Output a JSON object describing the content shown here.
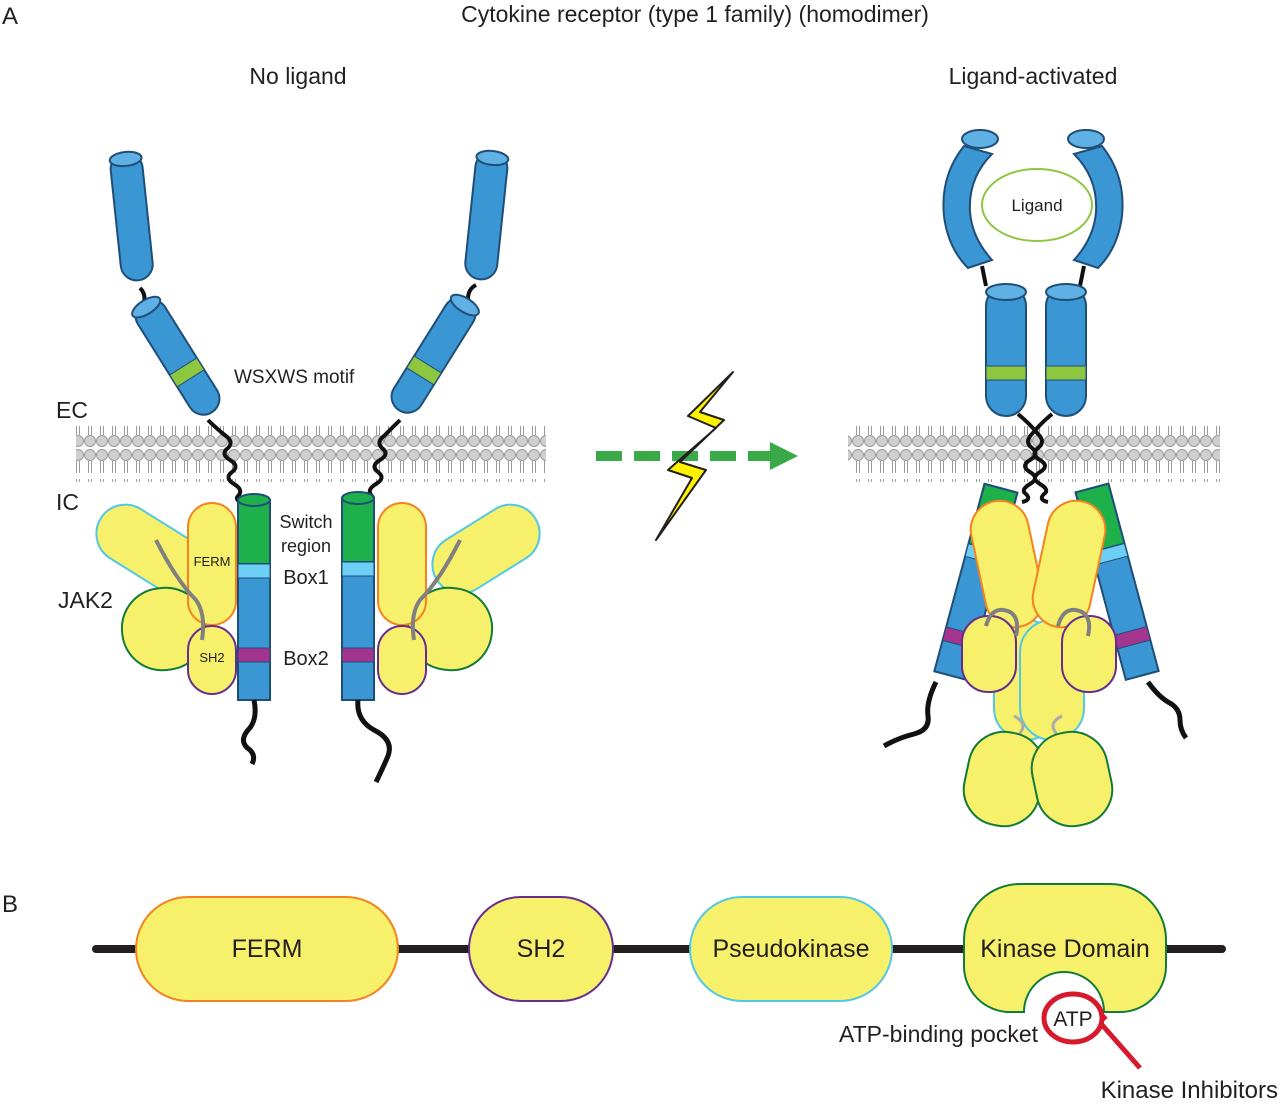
{
  "panel_a": {
    "letter": "A",
    "title": "Cytokine receptor (type 1 family) (homodimer)",
    "left_state": "No ligand",
    "right_state": "Ligand-activated",
    "labels": {
      "motif": "WSXWS motif",
      "ec": "EC",
      "ic": "IC",
      "jak2": "JAK2",
      "switch_line1": "Switch",
      "switch_line2": "region",
      "box1": "Box1",
      "box2": "Box2",
      "ferm": "FERM",
      "sh2": "SH2",
      "ligand": "Ligand"
    }
  },
  "panel_b": {
    "letter": "B",
    "domains": [
      "FERM",
      "SH2",
      "Pseudokinase",
      "Kinase Domain"
    ],
    "atp": "ATP",
    "pocket_label": "ATP-binding pocket",
    "inhibitor_label": "Kinase Inhibitors"
  },
  "colors": {
    "receptor_blue": "#3b97d3",
    "switch_green": "#1db04b",
    "motif_green": "#8dc63f",
    "box1_cyan": "#6dcff6",
    "box2_magenta": "#a3358f",
    "jak_yellow": "#f7f06a",
    "ferm_outline": "#f58220",
    "sh2_outline": "#662d91",
    "pseudokinase_outline": "#52c7e8",
    "kinase_outline": "#137b3a",
    "arrow_green": "#3aaa49",
    "bolt_yellow": "#fff200",
    "inhibitor_red": "#d7192d"
  }
}
